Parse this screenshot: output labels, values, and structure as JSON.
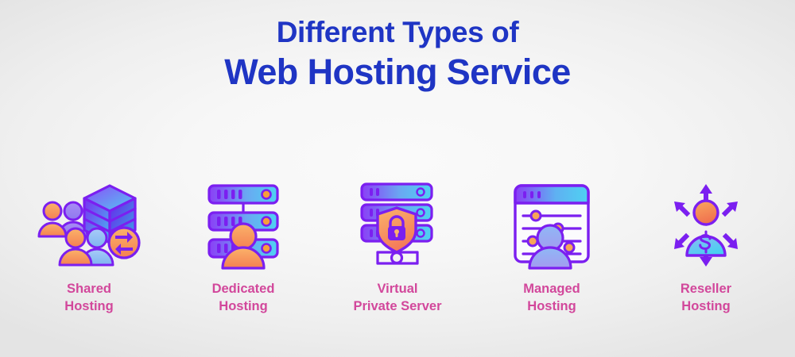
{
  "title": {
    "line1": "Different Types of",
    "line2": "Web Hosting Service"
  },
  "colors": {
    "title": "#1f35c4",
    "label": "#d2479b",
    "icon_purple": "#7b1ff0",
    "icon_violet": "#8a3ef5",
    "icon_cyan": "#45d3f5",
    "icon_blue": "#5aa6f0",
    "icon_orange": "#f9a05c",
    "icon_orange_deep": "#f58a4e",
    "background_light": "#f7f7f7",
    "background_edge": "#e2e2e2"
  },
  "items": [
    {
      "id": "shared-hosting",
      "label": "Shared\nHosting",
      "icon": "shared-hosting-icon",
      "icon_description": "3D server cube with group of people and sync badge"
    },
    {
      "id": "dedicated-hosting",
      "label": "Dedicated\nHosting",
      "icon": "dedicated-hosting-icon",
      "icon_description": "Three-tier server rack with single person in front"
    },
    {
      "id": "virtual-private-server",
      "label": "Virtual\nPrivate Server",
      "icon": "virtual-private-server-icon",
      "icon_description": "Server rack with shield and padlock over network nodes"
    },
    {
      "id": "managed-hosting",
      "label": "Managed\nHosting",
      "icon": "managed-hosting-icon",
      "icon_description": "Browser window with setting sliders and a person"
    },
    {
      "id": "reseller-hosting",
      "label": "Reseller\nHosting",
      "icon": "reseller-hosting-icon",
      "icon_description": "Person with dollar sign and arrows radiating outward"
    }
  ]
}
